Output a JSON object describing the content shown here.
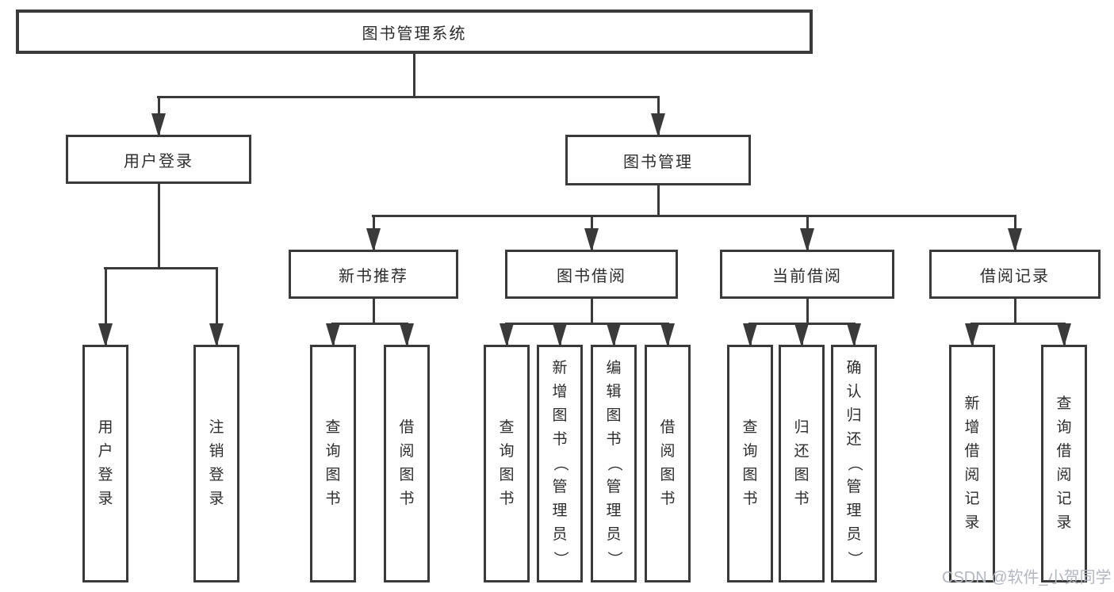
{
  "diagram": {
    "root": {
      "label": "图书管理系统"
    },
    "branches": [
      {
        "label": "用户登录",
        "children": [
          {
            "label": "用户登录"
          },
          {
            "label": "注销登录"
          }
        ]
      },
      {
        "label": "图书管理",
        "children": [
          {
            "label": "新书推荐",
            "children": [
              {
                "label": "查询图书"
              },
              {
                "label": "借阅图书"
              }
            ]
          },
          {
            "label": "图书借阅",
            "children": [
              {
                "label": "查询图书"
              },
              {
                "label": "新增图书（管理员）"
              },
              {
                "label": "编辑图书（管理员）"
              },
              {
                "label": "借阅图书"
              }
            ]
          },
          {
            "label": "当前借阅",
            "children": [
              {
                "label": "查询图书"
              },
              {
                "label": "归还图书"
              },
              {
                "label": "确认归还（管理员）"
              }
            ]
          },
          {
            "label": "借阅记录",
            "children": [
              {
                "label": "新增借阅记录"
              },
              {
                "label": "查询借阅记录"
              }
            ]
          }
        ]
      }
    ]
  },
  "watermark": {
    "text": "CSDN @软件_小贺同学"
  },
  "colors": {
    "line": "#3a3a3a",
    "text": "#2d2d2d",
    "watermark_gray": "#b2b6c0",
    "background": "#ffffff"
  }
}
